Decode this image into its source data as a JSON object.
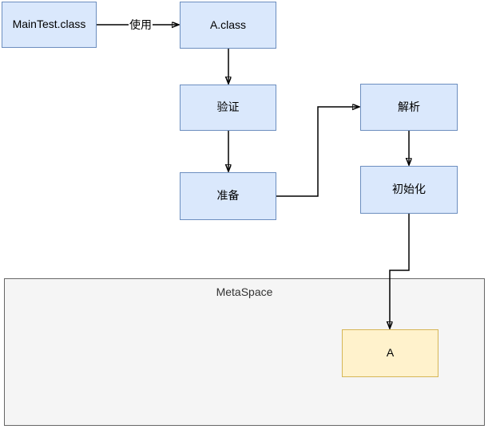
{
  "diagram": {
    "nodes": {
      "maintest": {
        "label": "MainTest.class"
      },
      "aclass": {
        "label": "A.class"
      },
      "verify": {
        "label": "验证"
      },
      "resolve": {
        "label": "解析"
      },
      "prepare": {
        "label": "准备"
      },
      "initialize": {
        "label": "初始化"
      },
      "metaspace": {
        "label": "MetaSpace"
      },
      "a_loaded": {
        "label": "A"
      }
    },
    "edges": {
      "use_label": "使用"
    }
  },
  "colors": {
    "canvas-bg": "#ffffff",
    "node-fill": "#dae8fc",
    "node-border": "#6c8ebf",
    "loaded-fill": "#fff2cc",
    "loaded-border": "#d6b656",
    "container-fill": "#f5f5f5",
    "container-border": "#666666",
    "arrow": "#000000",
    "text": "#000000"
  }
}
